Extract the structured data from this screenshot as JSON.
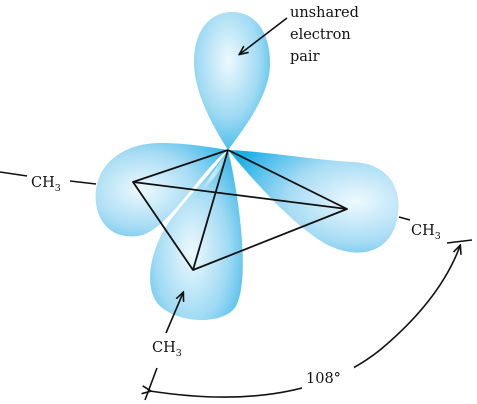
{
  "labels": {
    "unshared_line1": "unshared",
    "unshared_line2": "electron",
    "unshared_line3": "pair",
    "ch3_left": "CH",
    "ch3_right": "CH",
    "ch3_bottom": "CH",
    "subscript": "3",
    "angle": "108°"
  },
  "colors": {
    "orbital_light": "#e8f6fd",
    "orbital_mid": "#8dd4f1",
    "orbital_dark": "#1aaee6",
    "line": "#111111"
  }
}
